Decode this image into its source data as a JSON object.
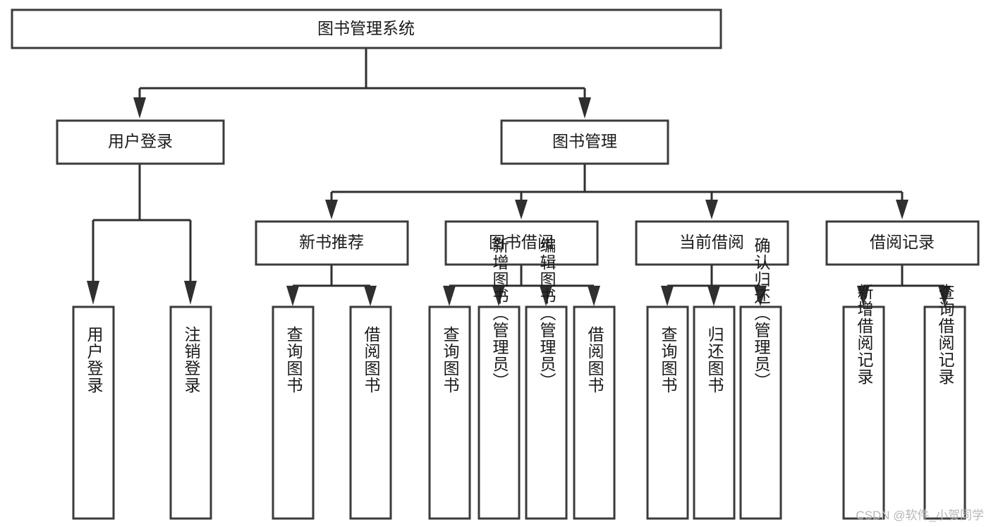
{
  "diagram": {
    "title": "图书管理系统",
    "type": "tree",
    "orientation": "top-down",
    "colors": {
      "box_stroke": "#3b3b3b",
      "box_fill": "#ffffff",
      "connector": "#2f2f2f",
      "text": "#1a1a1a",
      "watermark": "#b6b6b6",
      "background": "#ffffff"
    },
    "root": {
      "label": "图书管理系统",
      "orientation": "horizontal"
    },
    "level2": [
      {
        "label": "用户登录",
        "orientation": "horizontal"
      },
      {
        "label": "图书管理",
        "orientation": "horizontal"
      }
    ],
    "level3": [
      {
        "label": "新书推荐",
        "orientation": "horizontal"
      },
      {
        "label": "图书借阅",
        "orientation": "horizontal"
      },
      {
        "label": "当前借阅",
        "orientation": "horizontal"
      },
      {
        "label": "借阅记录",
        "orientation": "horizontal"
      }
    ],
    "leaves": {
      "user_login": [
        {
          "label": "用户登录",
          "orientation": "vertical"
        },
        {
          "label": "注销登录",
          "orientation": "vertical"
        }
      ],
      "new_book_recommend": [
        {
          "label": "查询图书",
          "orientation": "vertical"
        },
        {
          "label": "借阅图书",
          "orientation": "vertical"
        }
      ],
      "book_borrow": [
        {
          "label": "查询图书",
          "orientation": "vertical"
        },
        {
          "label": "新增图书（管理员）",
          "orientation": "vertical"
        },
        {
          "label": "编辑图书（管理员）",
          "orientation": "vertical"
        },
        {
          "label": "借阅图书",
          "orientation": "vertical"
        }
      ],
      "current_borrow": [
        {
          "label": "查询图书",
          "orientation": "vertical"
        },
        {
          "label": "归还图书",
          "orientation": "vertical"
        },
        {
          "label": "确认归还（管理员）",
          "orientation": "vertical"
        }
      ],
      "borrow_record": [
        {
          "label": "新增借阅记录",
          "orientation": "vertical"
        },
        {
          "label": "查询借阅记录",
          "orientation": "vertical"
        }
      ]
    }
  },
  "watermark": {
    "text": "CSDN @软件_小贺同学"
  }
}
